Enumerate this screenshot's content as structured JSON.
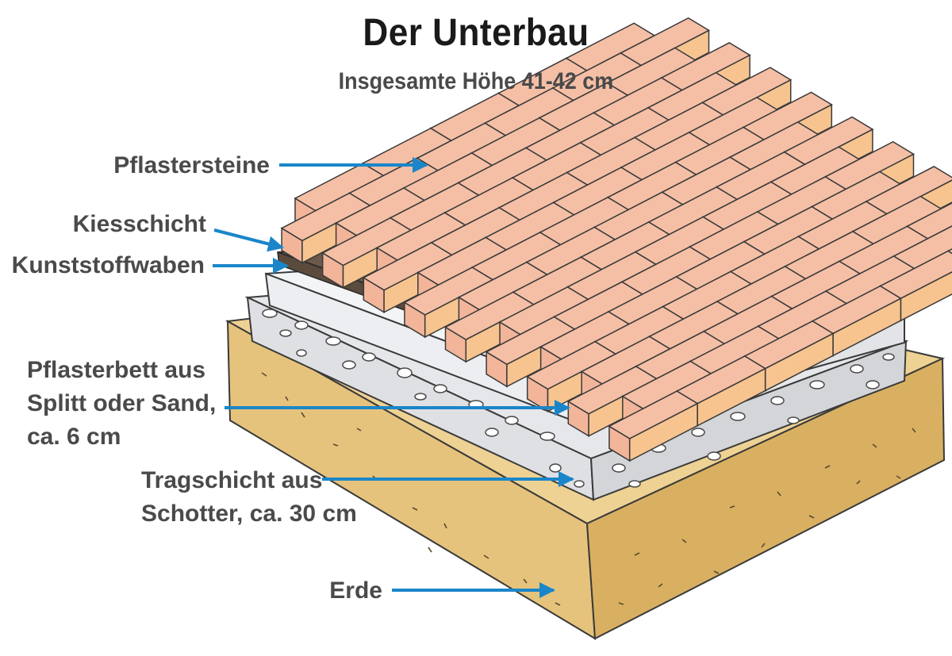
{
  "title": "Der Unterbau",
  "subtitle": "Insgesamte Höhe 41-42 cm",
  "colors": {
    "arrow": "#1a86c9",
    "label": "#4a4a4a",
    "soil": "#e6c37c",
    "soil_dark": "#d3a95a",
    "gravel": "#e2e3e6",
    "bed": "#f3f4f6",
    "honeycomb": "#6b5a4a",
    "gravel_layer": "#9a9ca0",
    "brick_top": "#f2b59a",
    "brick_side": "#f7c48f"
  },
  "labels": [
    {
      "id": "pflastersteine",
      "lines": [
        "Pflastersteine"
      ]
    },
    {
      "id": "kiesschicht",
      "lines": [
        "Kiesschicht"
      ]
    },
    {
      "id": "kunststoffwaben",
      "lines": [
        "Kunststoffwaben"
      ]
    },
    {
      "id": "pflasterbett",
      "lines": [
        "Pflasterbett aus",
        "Splitt oder Sand,",
        "ca. 6 cm"
      ]
    },
    {
      "id": "tragschicht",
      "lines": [
        "Tragschicht aus",
        "Schotter, ca. 30 cm"
      ]
    },
    {
      "id": "erde",
      "lines": [
        "Erde"
      ]
    }
  ]
}
